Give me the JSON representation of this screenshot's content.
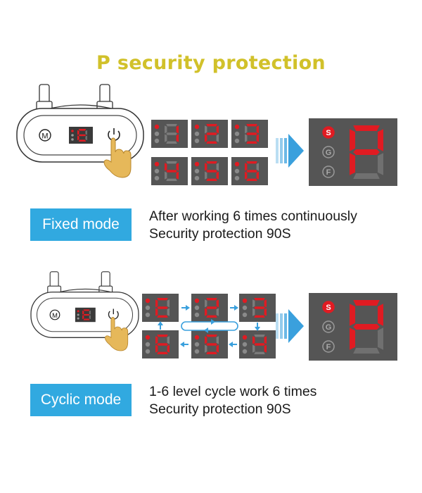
{
  "title": "P security protection",
  "colors": {
    "title": "#d1c12a",
    "mode_button": "#31a9e0",
    "panel": "#555555",
    "segment_on": "#e01b22",
    "segment_off": "#7b7b7b",
    "arrow": "#3aa0dd"
  },
  "icons": {
    "mode_button": "M",
    "power": "power-icon",
    "hand": "pointing-hand-icon"
  },
  "modes": [
    {
      "label": "Fixed mode",
      "lines": [
        "After working 6 times continuously",
        "Security protection 90S"
      ],
      "remote_display": "E",
      "sequence": [
        "1",
        "2",
        "3",
        "4",
        "5",
        "6"
      ]
    },
    {
      "label": "Cyclic mode",
      "lines": [
        "1-6 level cycle work 6 times",
        "Security protection 90S"
      ],
      "remote_display": "E",
      "sequence": [
        "E",
        "2",
        "3",
        "6",
        "5",
        "4"
      ]
    }
  ],
  "result_panel": {
    "indicators": [
      "S",
      "G",
      "F"
    ],
    "active_indicator": "S",
    "display": "P"
  }
}
